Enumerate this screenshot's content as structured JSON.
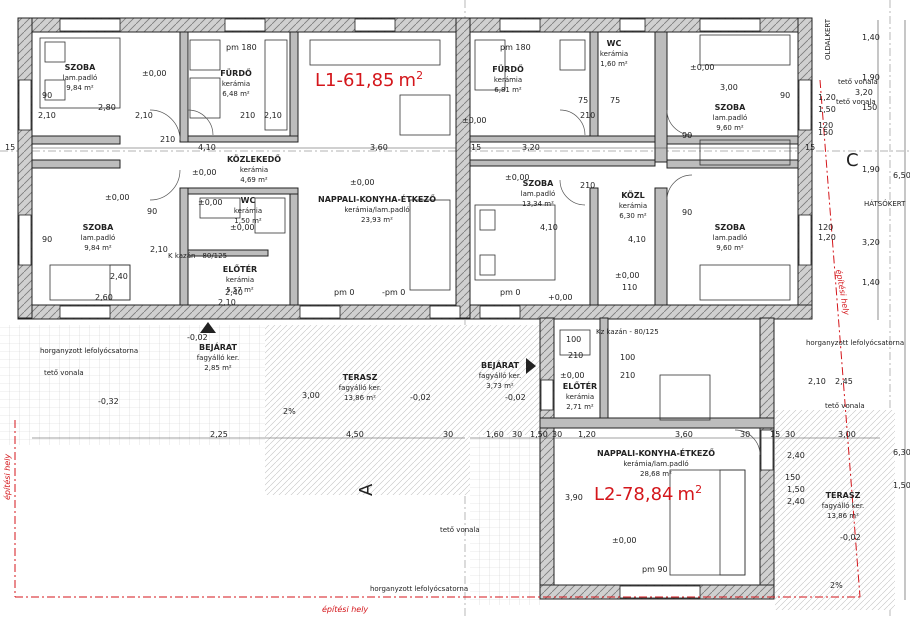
{
  "colors": {
    "wall": "#222222",
    "wall_fill": "#bdbdbd",
    "accent_red": "#d4161b",
    "grid": "#9a9a9a"
  },
  "units": {
    "u1": {
      "label": "L1-61,85",
      "unit": "m",
      "sup": "2"
    },
    "u2": {
      "label": "L2-78,84",
      "unit": "m",
      "sup": "2"
    }
  },
  "rooms": [
    {
      "name": "SZOBA",
      "floor": "lam.padló",
      "area": "9,84 m²"
    },
    {
      "name": "FÜRDŐ",
      "floor": "kerámia",
      "area": "6,48 m²"
    },
    {
      "name": "KÖZLEKEDŐ",
      "floor": "kerámia",
      "area": "4,69 m²"
    },
    {
      "name": "SZOBA",
      "floor": "lam.padló",
      "area": "9,84 m²"
    },
    {
      "name": "WC",
      "floor": "kerámia",
      "area": "1,50 m²"
    },
    {
      "name": "ELŐTÉR",
      "floor": "kerámia",
      "area": "5,57 m²"
    },
    {
      "name": "NAPPALI-KONYHA-ÉTKEZŐ",
      "floor": "kerámia/lam.padló",
      "area": "23,93 m²"
    },
    {
      "name": "FÜRDŐ",
      "floor": "kerámia",
      "area": "6,81 m²"
    },
    {
      "name": "WC",
      "floor": "kerámia",
      "area": "1,60 m²"
    },
    {
      "name": "SZOBA",
      "floor": "lam.padló",
      "area": "9,60 m²"
    },
    {
      "name": "SZOBA",
      "floor": "lam.padló",
      "area": "13,34 m²"
    },
    {
      "name": "KÖZL",
      "floor": "kerámia",
      "area": "6,30 m²"
    },
    {
      "name": "SZOBA",
      "floor": "lam.padló",
      "area": "9,60 m²"
    },
    {
      "name": "BEJÁRAT",
      "floor": "fagyálló ker.",
      "area": "2,85 m²"
    },
    {
      "name": "TERASZ",
      "floor": "fagyálló ker.",
      "area": "13,86 m²"
    },
    {
      "name": "BEJÁRAT",
      "floor": "fagyálló ker.",
      "area": "3,73 m²"
    },
    {
      "name": "ELŐTÉR",
      "floor": "kerámia",
      "area": "2,71 m²"
    },
    {
      "name": "NAPPALI-KONYHA-ÉTKEZŐ",
      "floor": "kerámia/lam.padló",
      "area": "28,68 m²"
    },
    {
      "name": "TERASZ",
      "floor": "fagyálló ker.",
      "area": "13,86 m²"
    }
  ],
  "levels": [
    "±0,00",
    "±0,00",
    "±0,00",
    "±0,00",
    "±0,00",
    "±0,00",
    "±0,00",
    "±0,00",
    "±0,00",
    "±0,00",
    "±0,00",
    "-0,02",
    "-0,32",
    "-0,02",
    "-0,02",
    "±0,00",
    "-0,02",
    "+0,00"
  ],
  "dims": [
    "2,10",
    "2,80",
    "2,10",
    "2,10",
    "4,10",
    "3,60",
    "3,20",
    "4,10",
    "3,00",
    "3,20",
    "1,90",
    "4,10",
    "2,40",
    "2,10",
    "2,10",
    "2,60",
    "2,40",
    "2,25",
    "4,50",
    "1,60",
    "1,50",
    "1,20",
    "3,60",
    "3,00",
    "3,90",
    "2,10",
    "2,45",
    "1,90",
    "1,50",
    "1,50",
    "1,20",
    "1,20",
    "3,20",
    "6,50",
    "1,40",
    "1,40",
    "6,30",
    "2,40",
    "1,50",
    "90",
    "90",
    "90",
    "90",
    "90",
    "90",
    "100",
    "100",
    "210",
    "210",
    "210",
    "210",
    "210",
    "110",
    "210",
    "75",
    "75",
    "120",
    "120",
    "150",
    "150",
    "150",
    "30",
    "30",
    "30",
    "30",
    "30",
    "15",
    "15",
    "15",
    "2%",
    "2%",
    "3,00",
    "2,40",
    "15"
  ],
  "pm_labels": [
    "pm 180",
    "pm 180",
    "pm 0",
    "-pm 0",
    "pm 0",
    "pm 90"
  ],
  "annotations": {
    "kazan1": "K kazán - 80/125",
    "kazan2": "Kz kazán - 80/125",
    "gutter1": "horganyzott lefolyócsatorna",
    "gutter2": "horganyzott lefolyócsatorna",
    "gutter3": "horganyzott lefolyócsatorna",
    "tv1": "tető vonala",
    "tv2": "tető vonala",
    "tv3": "tető vonala",
    "tv4": "tető vonala",
    "tv5": "tető vonala",
    "build1": "építési hely",
    "build2": "építési hely",
    "build3": "építési hely",
    "side": "OLDALKERT",
    "back": "HÁTSÓKERT",
    "axisA": "A",
    "axisC": "C"
  }
}
